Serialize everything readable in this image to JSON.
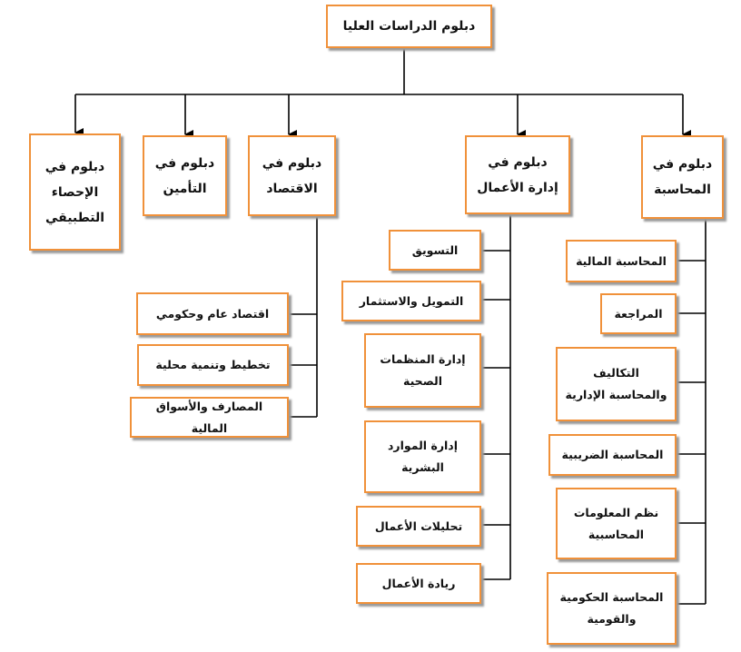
{
  "root": {
    "label": "دبلوم الدراسات العليا"
  },
  "diplomas": [
    {
      "label": "دبلوم في\nالمحاسبة",
      "children": [
        "المحاسبة المالية",
        "المراجعة",
        "التكاليف\nوالمحاسبة الإدارية",
        "المحاسبة الضريبية",
        "نظم المعلومات\nالمحاسبية",
        "المحاسبة الحكومية\nوالقومية"
      ]
    },
    {
      "label": "دبلوم في\nإدارة الأعمال",
      "children": [
        "التسويق",
        "التمويل والاستثمار",
        "إدارة المنظمات\nالصحية",
        "إدارة الموارد\nالبشرية",
        "تحليلات الأعمال",
        "ريادة الأعمال"
      ]
    },
    {
      "label": "دبلوم في\nالاقتصاد",
      "children": [
        "اقتصاد عام وحكومي",
        "تخطيط وتنمية محلية",
        "المصارف والأسواق المالية"
      ]
    },
    {
      "label": "دبلوم في\nالتأمين",
      "children": []
    },
    {
      "label": "دبلوم في\nالإحصاء\nالتطبيقي",
      "children": []
    }
  ],
  "colors": {
    "border": "#f0913a",
    "line": "#000000",
    "shadow": "#9a9a9a"
  }
}
